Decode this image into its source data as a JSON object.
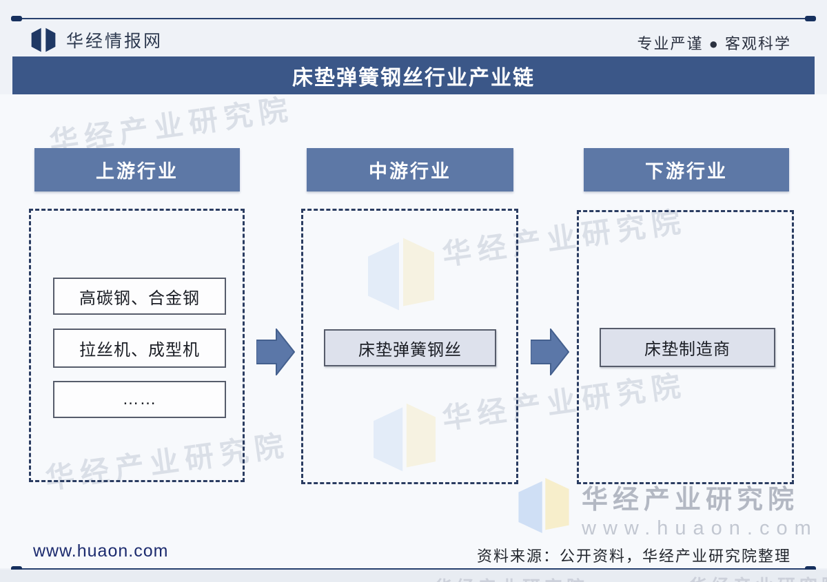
{
  "brand": {
    "logo_text": "华经情报网",
    "slogan": "专业严谨 ● 客观科学"
  },
  "title": "床垫弹簧钢丝行业产业链",
  "chain": {
    "columns": [
      {
        "header": "上游行业",
        "items": [
          "高碳钢、合金钢",
          "拉丝机、成型机",
          "……"
        ]
      },
      {
        "header": "中游行业",
        "items": [
          "床垫弹簧钢丝"
        ]
      },
      {
        "header": "下游行业",
        "items": [
          "床垫制造商"
        ]
      }
    ]
  },
  "watermark": {
    "text": "华经产业研究院",
    "url": "www.huaon.com"
  },
  "footer": {
    "site": "www.huaon.com",
    "source": "资料来源：公开资料，华经产业研究院整理"
  },
  "colors": {
    "title_bar": "#3b5788",
    "column_header": "#5d78a6",
    "arrow": "#5b77a8",
    "box_fill": "#dde1ec",
    "dashed_border": "#2a3c61",
    "brand_navy": "#1f3864"
  }
}
